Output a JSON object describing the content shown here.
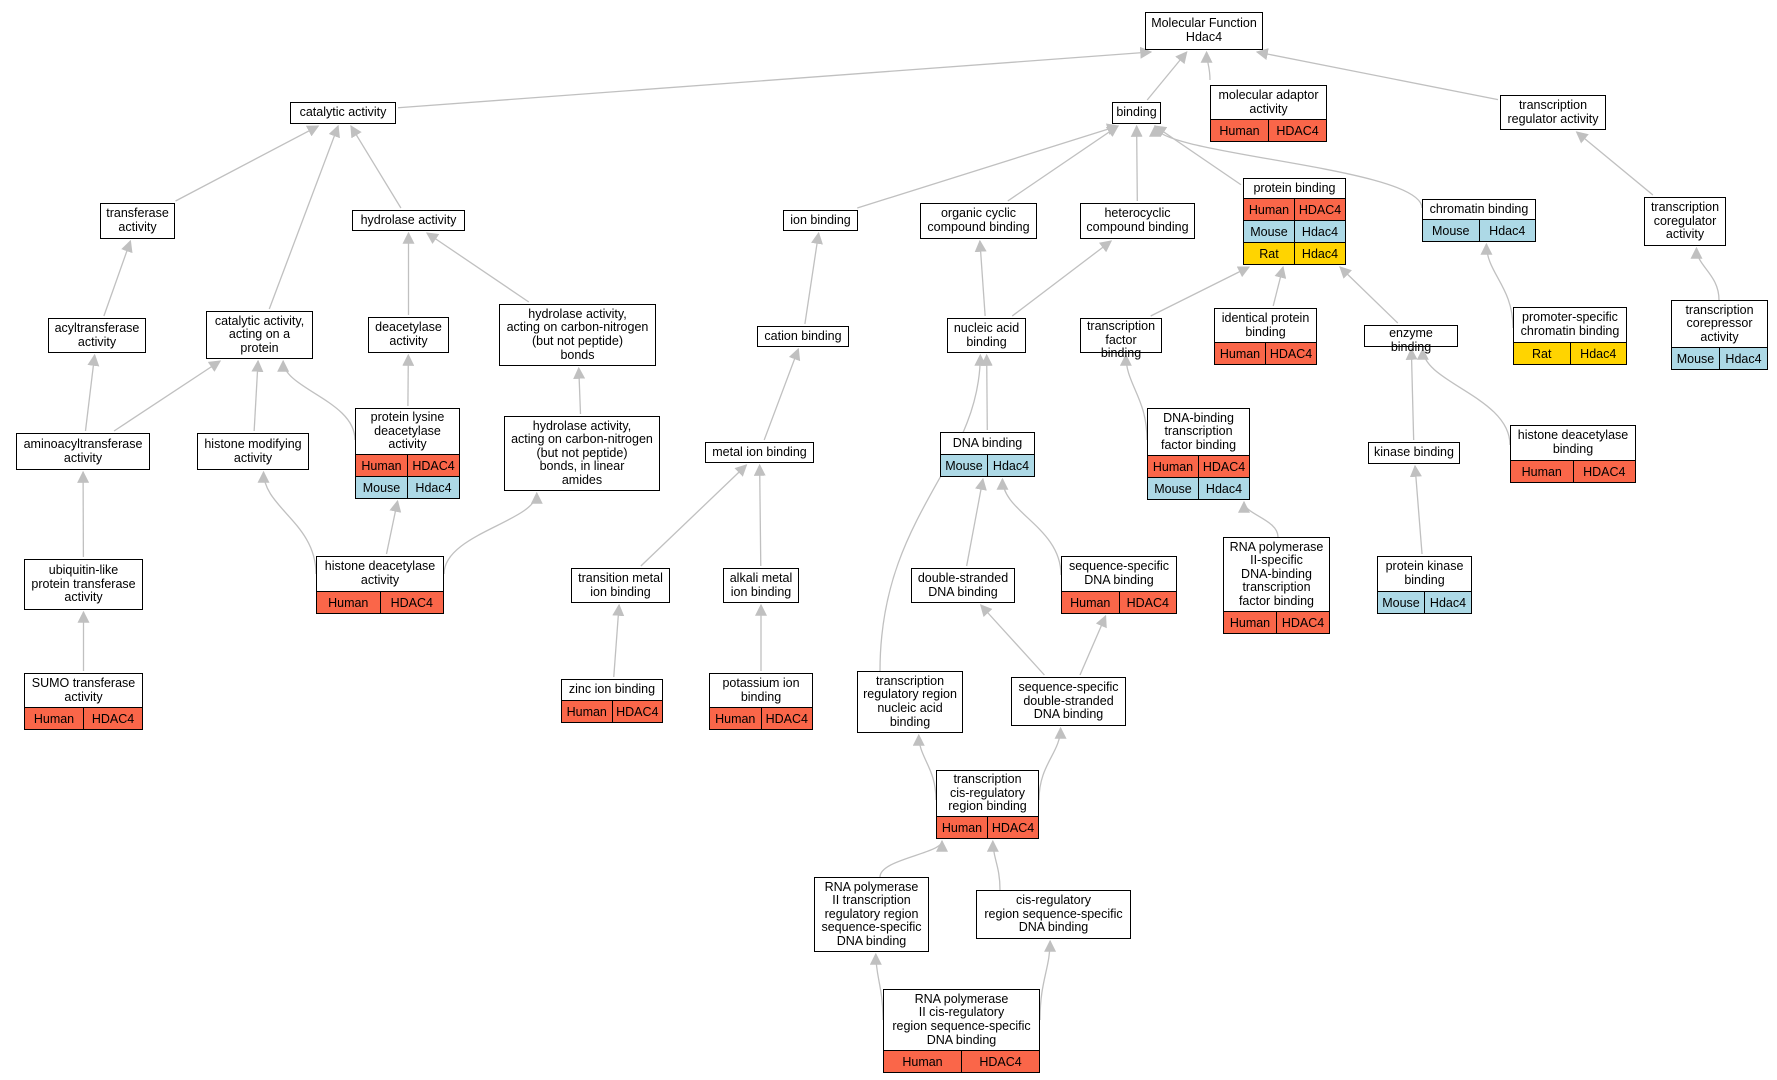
{
  "colors": {
    "Human": "#fa6649",
    "Mouse": "#add9e6",
    "Rat": "#ffd400",
    "edge": "#c0c0c0"
  },
  "nodes": [
    {
      "id": "mf",
      "label": "Molecular Function\nHdac4",
      "ann": []
    },
    {
      "id": "catalytic",
      "label": "catalytic activity",
      "ann": []
    },
    {
      "id": "binding",
      "label": "binding",
      "ann": []
    },
    {
      "id": "adaptor",
      "label": "molecular adaptor\nactivity",
      "ann": [
        [
          "Human",
          "HDAC4"
        ]
      ]
    },
    {
      "id": "tra",
      "label": "transcription\nregulator activity",
      "ann": []
    },
    {
      "id": "transferase",
      "label": "transferase\nactivity",
      "ann": []
    },
    {
      "id": "hydrolase",
      "label": "hydrolase activity",
      "ann": []
    },
    {
      "id": "ionb",
      "label": "ion binding",
      "ann": []
    },
    {
      "id": "ocb",
      "label": "organic cyclic\ncompound binding",
      "ann": []
    },
    {
      "id": "hcb",
      "label": "heterocyclic\ncompound binding",
      "ann": []
    },
    {
      "id": "protb",
      "label": "protein binding",
      "ann": [
        [
          "Human",
          "HDAC4"
        ],
        [
          "Mouse",
          "Hdac4"
        ],
        [
          "Rat",
          "Hdac4"
        ]
      ]
    },
    {
      "id": "chromb",
      "label": "chromatin binding",
      "ann": [
        [
          "Mouse",
          "Hdac4"
        ]
      ]
    },
    {
      "id": "tca",
      "label": "transcription\ncoregulator\nactivity",
      "ann": []
    },
    {
      "id": "acyl",
      "label": "acyltransferase\nactivity",
      "ann": []
    },
    {
      "id": "catprot",
      "label": "catalytic activity,\nacting on a\nprotein",
      "ann": []
    },
    {
      "id": "deac",
      "label": "deacetylase\nactivity",
      "ann": []
    },
    {
      "id": "hacn",
      "label": "hydrolase activity,\nacting on carbon-nitrogen\n(but not peptide)\nbonds",
      "ann": []
    },
    {
      "id": "cationb",
      "label": "cation binding",
      "ann": []
    },
    {
      "id": "nab",
      "label": "nucleic acid\nbinding",
      "ann": []
    },
    {
      "id": "tfb",
      "label": "transcription\nfactor binding",
      "ann": []
    },
    {
      "id": "identb",
      "label": "identical protein\nbinding",
      "ann": [
        [
          "Human",
          "HDAC4"
        ]
      ]
    },
    {
      "id": "enzb",
      "label": "enzyme binding",
      "ann": []
    },
    {
      "id": "pscb",
      "label": "promoter-specific\nchromatin binding",
      "ann": [
        [
          "Rat",
          "Hdac4"
        ]
      ]
    },
    {
      "id": "tcor",
      "label": "transcription\ncorepressor\nactivity",
      "ann": [
        [
          "Mouse",
          "Hdac4"
        ]
      ]
    },
    {
      "id": "aminoacyl",
      "label": "aminoacyltransferase\nactivity",
      "ann": []
    },
    {
      "id": "hmod",
      "label": "histone modifying\nactivity",
      "ann": []
    },
    {
      "id": "pldac",
      "label": "protein lysine\ndeacetylase\nactivity",
      "ann": [
        [
          "Human",
          "HDAC4"
        ],
        [
          "Mouse",
          "Hdac4"
        ]
      ]
    },
    {
      "id": "hacnl",
      "label": "hydrolase activity,\nacting on carbon-nitrogen\n(but not peptide)\nbonds, in linear\namides",
      "ann": []
    },
    {
      "id": "metalb",
      "label": "metal ion binding",
      "ann": []
    },
    {
      "id": "dnab",
      "label": "DNA binding",
      "ann": [
        [
          "Mouse",
          "Hdac4"
        ]
      ]
    },
    {
      "id": "dbtfb",
      "label": "DNA-binding\ntranscription\nfactor binding",
      "ann": [
        [
          "Human",
          "HDAC4"
        ],
        [
          "Mouse",
          "Hdac4"
        ]
      ]
    },
    {
      "id": "kinb",
      "label": "kinase binding",
      "ann": []
    },
    {
      "id": "hdacb",
      "label": "histone deacetylase\nbinding",
      "ann": [
        [
          "Human",
          "HDAC4"
        ]
      ]
    },
    {
      "id": "ubl",
      "label": "ubiquitin-like\nprotein transferase\nactivity",
      "ann": []
    },
    {
      "id": "hdaca",
      "label": "histone deacetylase\nactivity",
      "ann": [
        [
          "Human",
          "HDAC4"
        ]
      ]
    },
    {
      "id": "tmib",
      "label": "transition metal\nion binding",
      "ann": []
    },
    {
      "id": "amib",
      "label": "alkali metal\nion binding",
      "ann": []
    },
    {
      "id": "dsdna",
      "label": "double-stranded\nDNA binding",
      "ann": []
    },
    {
      "id": "ssdna",
      "label": "sequence-specific\nDNA binding",
      "ann": [
        [
          "Human",
          "HDAC4"
        ]
      ]
    },
    {
      "id": "rnap2tf",
      "label": "RNA polymerase\nII-specific\nDNA-binding\ntranscription\nfactor binding",
      "ann": [
        [
          "Human",
          "HDAC4"
        ]
      ]
    },
    {
      "id": "pkb",
      "label": "protein kinase\nbinding",
      "ann": [
        [
          "Mouse",
          "Hdac4"
        ]
      ]
    },
    {
      "id": "sumo",
      "label": "SUMO transferase\nactivity",
      "ann": [
        [
          "Human",
          "HDAC4"
        ]
      ]
    },
    {
      "id": "zinc",
      "label": "zinc ion binding",
      "ann": [
        [
          "Human",
          "HDAC4"
        ]
      ]
    },
    {
      "id": "potassium",
      "label": "potassium ion\nbinding",
      "ann": [
        [
          "Human",
          "HDAC4"
        ]
      ]
    },
    {
      "id": "trrna",
      "label": "transcription\nregulatory region\nnucleic acid\nbinding",
      "ann": []
    },
    {
      "id": "ssdsdna",
      "label": "sequence-specific\ndouble-stranded\nDNA binding",
      "ann": []
    },
    {
      "id": "tcrrb",
      "label": "transcription\ncis-regulatory\nregion binding",
      "ann": [
        [
          "Human",
          "HDAC4"
        ]
      ]
    },
    {
      "id": "rnap2trr",
      "label": "RNA polymerase\nII transcription\nregulatory region\nsequence-specific\nDNA binding",
      "ann": []
    },
    {
      "id": "crssdna",
      "label": "cis-regulatory\nregion sequence-specific\nDNA binding",
      "ann": []
    },
    {
      "id": "rnap2cr",
      "label": "RNA polymerase\nII cis-regulatory\nregion sequence-specific\nDNA binding",
      "ann": [
        [
          "Human",
          "HDAC4"
        ]
      ]
    }
  ],
  "edges": [
    [
      "catalytic",
      "mf"
    ],
    [
      "binding",
      "mf"
    ],
    [
      "adaptor",
      "mf"
    ],
    [
      "tra",
      "mf"
    ],
    [
      "transferase",
      "catalytic"
    ],
    [
      "catprot",
      "catalytic"
    ],
    [
      "hydrolase",
      "catalytic"
    ],
    [
      "ionb",
      "binding"
    ],
    [
      "ocb",
      "binding"
    ],
    [
      "hcb",
      "binding"
    ],
    [
      "protb",
      "binding"
    ],
    [
      "chromb",
      "binding"
    ],
    [
      "tca",
      "tra"
    ],
    [
      "tcor",
      "tca"
    ],
    [
      "acyl",
      "transferase"
    ],
    [
      "aminoacyl",
      "acyl"
    ],
    [
      "aminoacyl",
      "catprot"
    ],
    [
      "ubl",
      "aminoacyl"
    ],
    [
      "sumo",
      "ubl"
    ],
    [
      "hmod",
      "catprot"
    ],
    [
      "pldac",
      "catprot"
    ],
    [
      "pldac",
      "deac"
    ],
    [
      "deac",
      "hydrolase"
    ],
    [
      "hacn",
      "hydrolase"
    ],
    [
      "hacnl",
      "hacn"
    ],
    [
      "hdaca",
      "hmod"
    ],
    [
      "hdaca",
      "pldac"
    ],
    [
      "hdaca",
      "hacnl"
    ],
    [
      "cationb",
      "ionb"
    ],
    [
      "metalb",
      "cationb"
    ],
    [
      "tmib",
      "metalb"
    ],
    [
      "amib",
      "metalb"
    ],
    [
      "zinc",
      "tmib"
    ],
    [
      "potassium",
      "amib"
    ],
    [
      "nab",
      "ocb"
    ],
    [
      "nab",
      "hcb"
    ],
    [
      "dnab",
      "nab"
    ],
    [
      "dsdna",
      "dnab"
    ],
    [
      "ssdna",
      "dnab"
    ],
    [
      "ssdsdna",
      "dsdna"
    ],
    [
      "ssdsdna",
      "ssdna"
    ],
    [
      "trrna",
      "nab"
    ],
    [
      "tcrrb",
      "trrna"
    ],
    [
      "tcrrb",
      "ssdsdna"
    ],
    [
      "rnap2trr",
      "tcrrb"
    ],
    [
      "crssdna",
      "tcrrb"
    ],
    [
      "rnap2cr",
      "rnap2trr"
    ],
    [
      "rnap2cr",
      "crssdna"
    ],
    [
      "tfb",
      "protb"
    ],
    [
      "identb",
      "protb"
    ],
    [
      "enzb",
      "protb"
    ],
    [
      "dbtfb",
      "tfb"
    ],
    [
      "rnap2tf",
      "dbtfb"
    ],
    [
      "kinb",
      "enzb"
    ],
    [
      "pkb",
      "kinb"
    ],
    [
      "hdacb",
      "enzb"
    ],
    [
      "pscb",
      "chromb"
    ]
  ]
}
